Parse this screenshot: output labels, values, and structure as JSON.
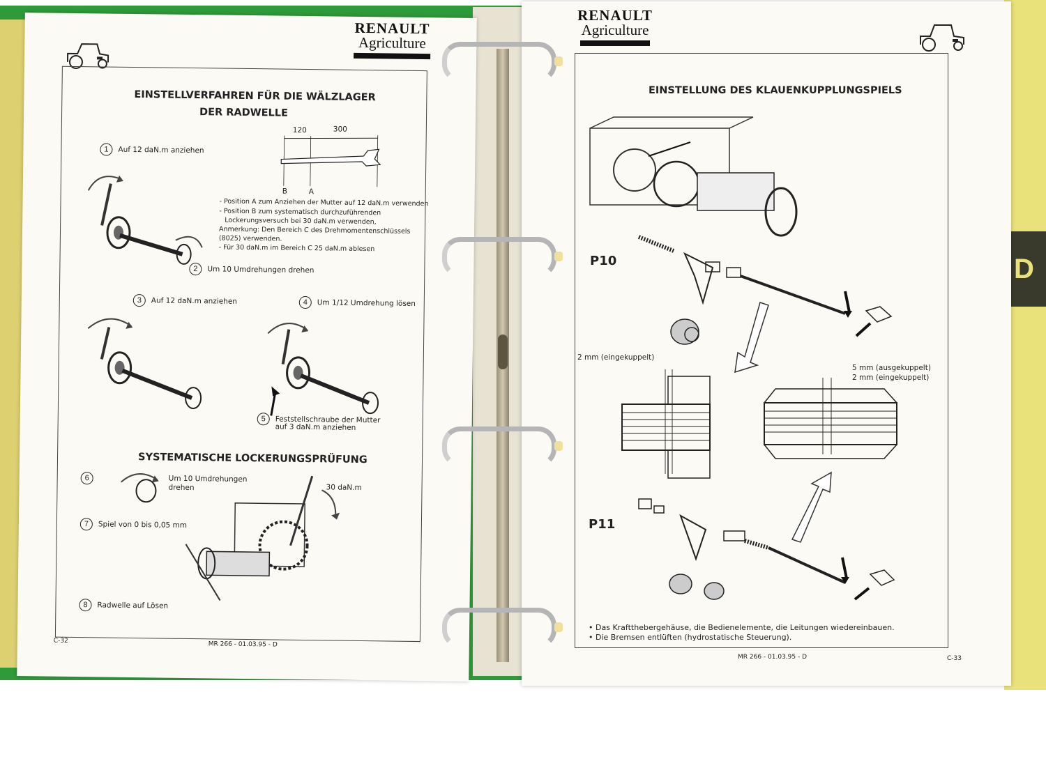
{
  "brand": {
    "line1": "RENAULT",
    "line2": "Agriculture"
  },
  "tab": {
    "letter": "D"
  },
  "left_page": {
    "title_line1": "EINSTELLVERFAHREN FÜR DIE WÄLZLAGER",
    "title_line2": "DER RADWELLE",
    "wrench": {
      "dim_a": "120",
      "dim_b": "300",
      "label_b": "B",
      "label_a": "A"
    },
    "steps": [
      {
        "n": "1",
        "text": "Auf 12 daN.m anziehen"
      },
      {
        "n": "2",
        "text": "Um 10 Umdrehungen drehen"
      },
      {
        "n": "3",
        "text": "Auf 12 daN.m anziehen"
      },
      {
        "n": "4",
        "text": "Um 1/12 Umdrehung lösen"
      },
      {
        "n": "5",
        "text1": "Feststellschraube der Mutter",
        "text2": "auf 3 daN.m anziehen"
      },
      {
        "n": "6",
        "text1": "Um 10 Umdrehungen",
        "text2": "drehen"
      },
      {
        "n": "7",
        "text": "Spiel von 0 bis 0,05 mm"
      },
      {
        "n": "8",
        "text": "Radwelle auf Lösen"
      }
    ],
    "notes": [
      "- Position A zum Anziehen der Mutter auf 12 daN.m verwenden",
      "- Position B zum systematisch durchzuführenden",
      "Lockerungsversuch bei 30 daN.m verwenden,",
      "Anmerkung: Den Bereich C des Drehmomentenschlüssels",
      "(8025) verwenden.",
      "- Für 30 daN.m im Bereich C 25 daN.m ablesen"
    ],
    "section2_title": "SYSTEMATISCHE LOCKERUNGSPRÜFUNG",
    "torque_label": "30 daN.m",
    "footer_page": "C-32",
    "footer_code": "MR 266 - 01.03.95 - D"
  },
  "right_page": {
    "title": "EINSTELLUNG DES KLAUENKUPPLUNGSPIELS",
    "p10": "P10",
    "p11": "P11",
    "label_engaged": "2 mm (eingekuppelt)",
    "label_disengaged_1": "5 mm (ausgekuppelt)",
    "label_disengaged_2": "2 mm (eingekuppelt)",
    "bullets": [
      "Das Kraftthebergehäuse, die Bedienelemente, die Leitungen wiedereinbauen.",
      "Die Bremsen entlüften (hydrostatische Steuerung)."
    ],
    "footer_code": "MR 266 - 01.03.95 - D",
    "footer_page": "C-33"
  }
}
